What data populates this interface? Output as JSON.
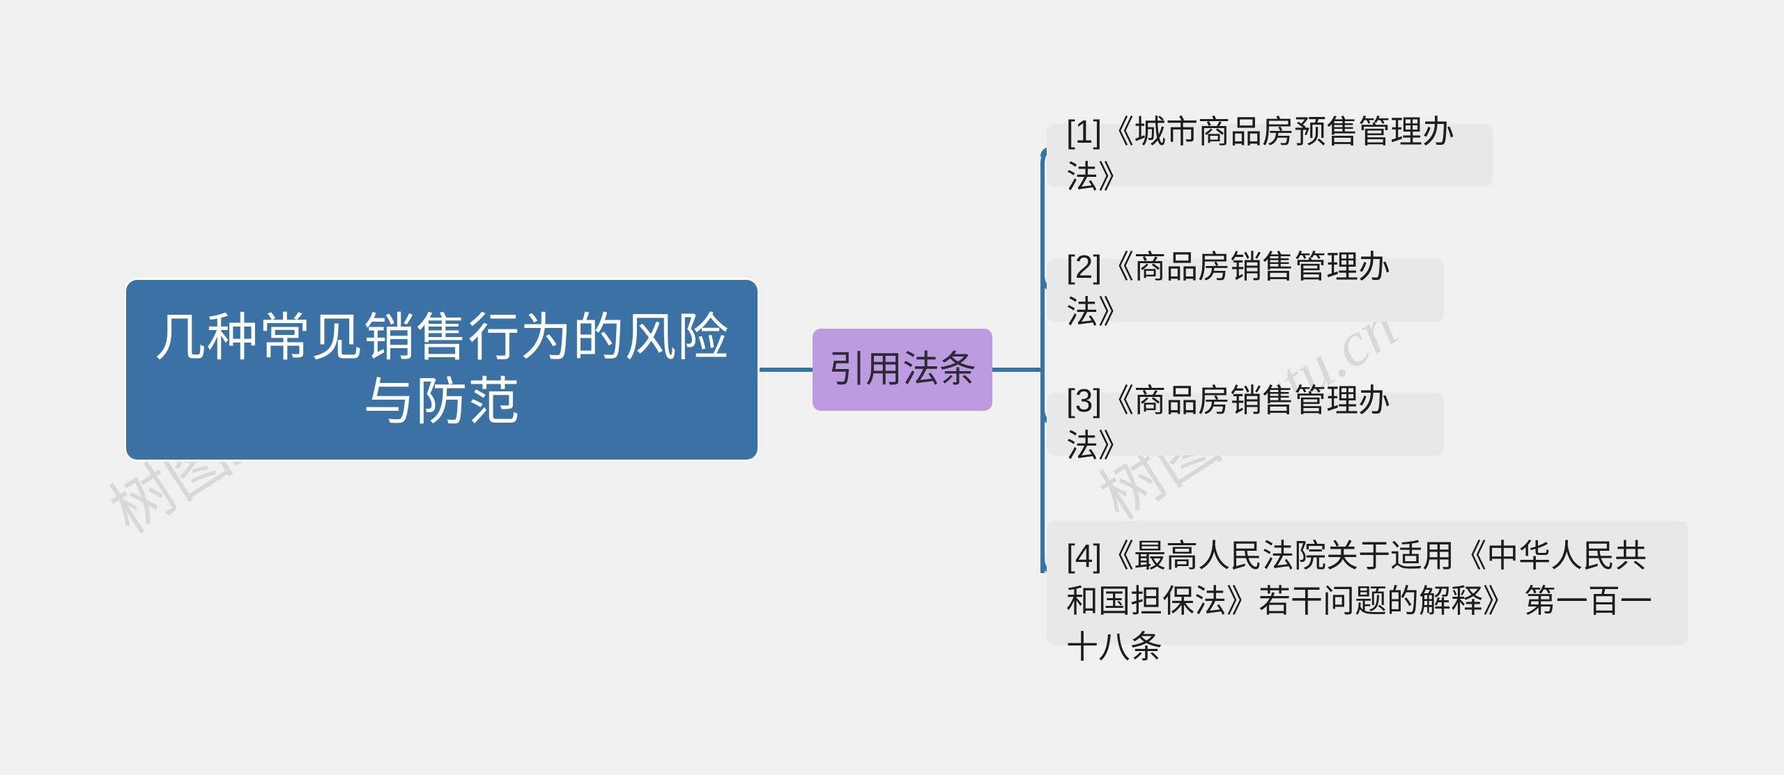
{
  "diagram": {
    "type": "mind-map",
    "canvas_background": "#f0f0f0",
    "root": {
      "label": "几种常见销售行为的风险与防范",
      "fill": "#3b72a6",
      "text_color": "#ffffff"
    },
    "branches": [
      {
        "label": "引用法条",
        "fill": "#bd9be0",
        "text_color": "#2b2b33",
        "connector_color": "#3375a8",
        "children": [
          {
            "label": "[1]《城市商品房预售管理办法》",
            "fill": "#e8e8e8",
            "text_color": "#1d1d1d"
          },
          {
            "label": "[2]《商品房销售管理办法》",
            "fill": "#e8e8e8",
            "text_color": "#1d1d1d"
          },
          {
            "label": "[3]《商品房销售管理办法》",
            "fill": "#e8e8e8",
            "text_color": "#1d1d1d"
          },
          {
            "label": "[4]《最高人民法院关于适用《中华人民共和国担保法》若干问题的解释》 第一百一十八条",
            "fill": "#e8e8e8",
            "text_color": "#1d1d1d"
          }
        ]
      }
    ]
  },
  "watermarks": {
    "left": {
      "cjk": "树图",
      "latin": "shutu.cn"
    },
    "right": {
      "cjk": "树图",
      "latin": "shutu.cn"
    }
  }
}
